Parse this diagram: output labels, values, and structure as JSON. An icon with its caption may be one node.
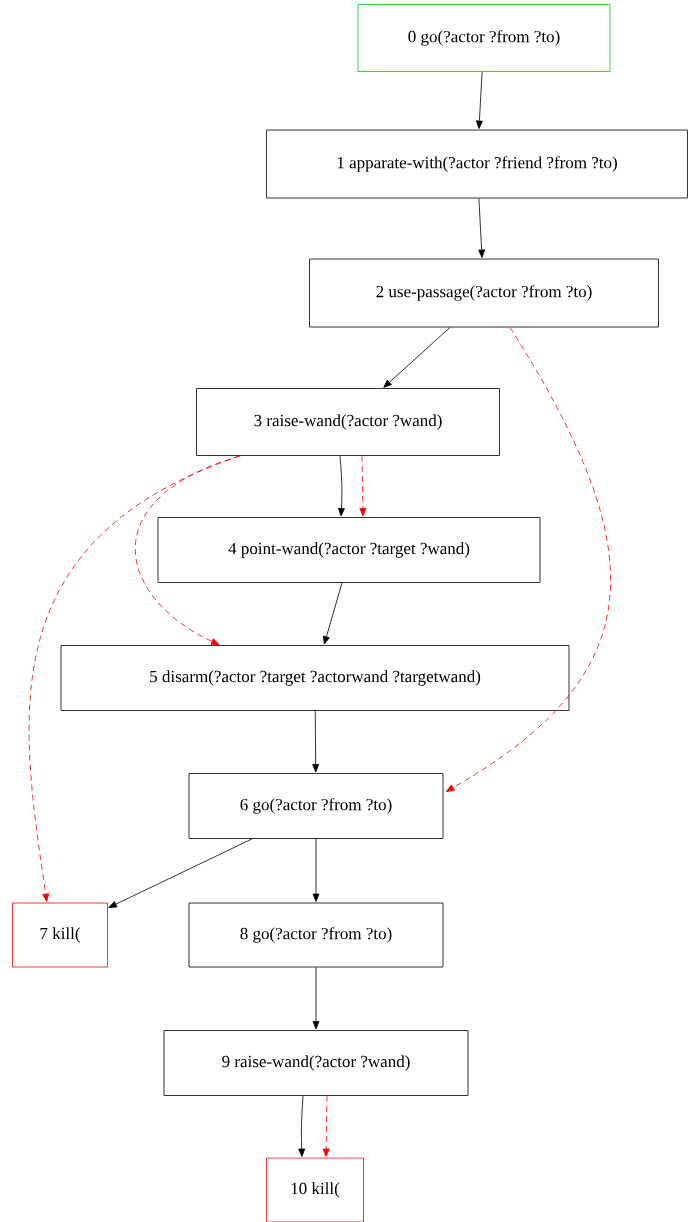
{
  "diagram": {
    "nodes": [
      {
        "text": [
          "0 go(?actor ?from ?to)"
        ]
      },
      {
        "text": [
          "1 apparate-with(?actor ?friend ?from ?to)"
        ]
      },
      {
        "text": [
          "2 use-passage(?actor ?from ?to)"
        ]
      },
      {
        "text": [
          "3 raise-wand(?actor ?wand)"
        ]
      },
      {
        "text": [
          "4 point-wand(?actor ?target ?wand)"
        ]
      },
      {
        "text": [
          "5 disarm(?actor ?target ?actorwand ?targetwand)"
        ]
      },
      {
        "text": [
          "6 go(?actor ?from ?to)"
        ]
      },
      {
        "text": [
          "7 kill("
        ]
      },
      {
        "text": [
          "8 go(?actor ?from ?to)"
        ]
      },
      {
        "text": [
          "9 raise-wand(?actor ?wand)"
        ]
      },
      {
        "text": [
          "10 kill("
        ]
      }
    ],
    "edges": [
      {
        "from": 0,
        "to": 1,
        "arrow": "to"
      },
      {
        "from": 1,
        "to": 2,
        "arrow": "to"
      },
      {
        "from": 2,
        "to": 3,
        "arrow": "to"
      },
      {
        "from": 2,
        "to": 6,
        "arrow": "to",
        "style": "dashed",
        "color": "#ff0000"
      },
      {
        "from": 3,
        "to": 4,
        "arrow": "to"
      },
      {
        "from": 3,
        "to": 4,
        "arrow": "to",
        "style": "dashed",
        "color": "#ff0000"
      },
      {
        "from": 3,
        "to": 5,
        "arrow": "to",
        "style": "dashed",
        "color": "#ff0000"
      },
      {
        "from": 3,
        "to": 7,
        "arrow": "to",
        "style": "dashed",
        "color": "#ff0000"
      },
      {
        "from": 4,
        "to": 5,
        "arrow": "to"
      },
      {
        "from": 5,
        "to": 6,
        "arrow": "to"
      },
      {
        "from": 6,
        "to": 7,
        "arrow": "to"
      },
      {
        "from": 6,
        "to": 8,
        "arrow": "to"
      },
      {
        "from": 8,
        "to": 9,
        "arrow": "to"
      },
      {
        "from": 9,
        "to": 10,
        "arrow": "to"
      },
      {
        "from": 9,
        "to": 10,
        "arrow": "to",
        "style": "dashed",
        "color": "#ff0000"
      }
    ]
  }
}
